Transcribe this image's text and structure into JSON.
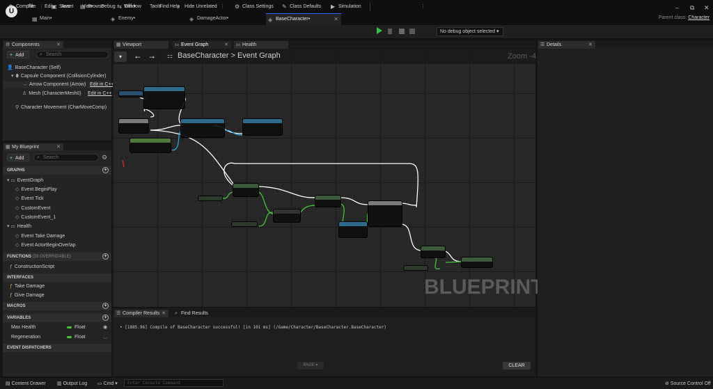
{
  "menu": [
    "File",
    "Edit",
    "Asset",
    "View",
    "Debug",
    "Window",
    "Tools",
    "Help"
  ],
  "doc_tabs": [
    "Main•",
    "Enemy•",
    "DamageActor•",
    "BaseCharacter•"
  ],
  "parent_class": {
    "label": "Parent class:",
    "value": "Character"
  },
  "toolbar": {
    "compile": "Compile",
    "save": "Save",
    "browse": "Browse",
    "diff": "Diff",
    "find": "Find",
    "hide_unrelated": "Hide Unrelated",
    "class_settings": "Class Settings",
    "class_defaults": "Class Defaults",
    "simulation": "Simulation",
    "debug_object": "No debug object selected"
  },
  "components": {
    "tab": "Components",
    "add": "Add",
    "search_placeholder": "Search",
    "items": [
      "BaseCharacter (Self)",
      "Capsule Component (CollisionCylinder)",
      "Arrow Component (Arrow)",
      "Mesh (CharacterMesh0)",
      "Character Movement (CharMoveComp)"
    ],
    "edit_link": "Edit in C++"
  },
  "my_blueprint": {
    "tab": "My Blueprint",
    "add": "Add",
    "search_placeholder": "Search",
    "graphs_header": "GRAPHS",
    "event_graph": "EventGraph",
    "events": [
      "Event BeginPlay",
      "Event Tick",
      "CustomEvent",
      "CustomEvent_1"
    ],
    "health_graph": "Health",
    "health_events": [
      "Event Take Damage",
      "Event ActorBeginOverlap"
    ],
    "functions_header": "FUNCTIONS",
    "functions_note": "(33 OVERRIDABLE)",
    "construction_script": "ConstructionScript",
    "interfaces_header": "INTERFACES",
    "interfaces": [
      "Take Damage",
      "Give Damage"
    ],
    "macros_header": "MACROS",
    "variables_header": "VARIABLES",
    "variables": [
      {
        "name": "Max Health",
        "type": "Float"
      },
      {
        "name": "Regeneration",
        "type": "Float"
      }
    ],
    "dispatchers_header": "EVENT DISPATCHERS"
  },
  "graph_tabs": [
    "Viewport",
    "Event Graph",
    "Health"
  ],
  "graph": {
    "breadcrumb_root": "BaseCharacter",
    "breadcrumb_sep": ">",
    "breadcrumb_leaf": "Event Graph",
    "zoom": "Zoom -4",
    "watermark": "BLUEPRINT"
  },
  "details": {
    "tab": "Details"
  },
  "bottom": {
    "tabs": [
      "Compiler Results",
      "Find Results"
    ],
    "log": "[1885.96] Compile of BaseCharacter successful! [in 101 ms] (/Game/Character/BaseCharacter.BaseCharacter)",
    "page": "PAGE",
    "clear": "CLEAR"
  },
  "status": {
    "content_drawer": "Content Drawer",
    "output_log": "Output Log",
    "cmd": "Cmd",
    "console_placeholder": "Enter Console Command",
    "source_control": "Source Control Off"
  },
  "colors": {
    "exec_wire": "#ffffff",
    "float_wire": "#46c43e",
    "object_wire": "#2ea3d6",
    "play": "#39c04a",
    "accent_tab": "#2f6bff"
  }
}
